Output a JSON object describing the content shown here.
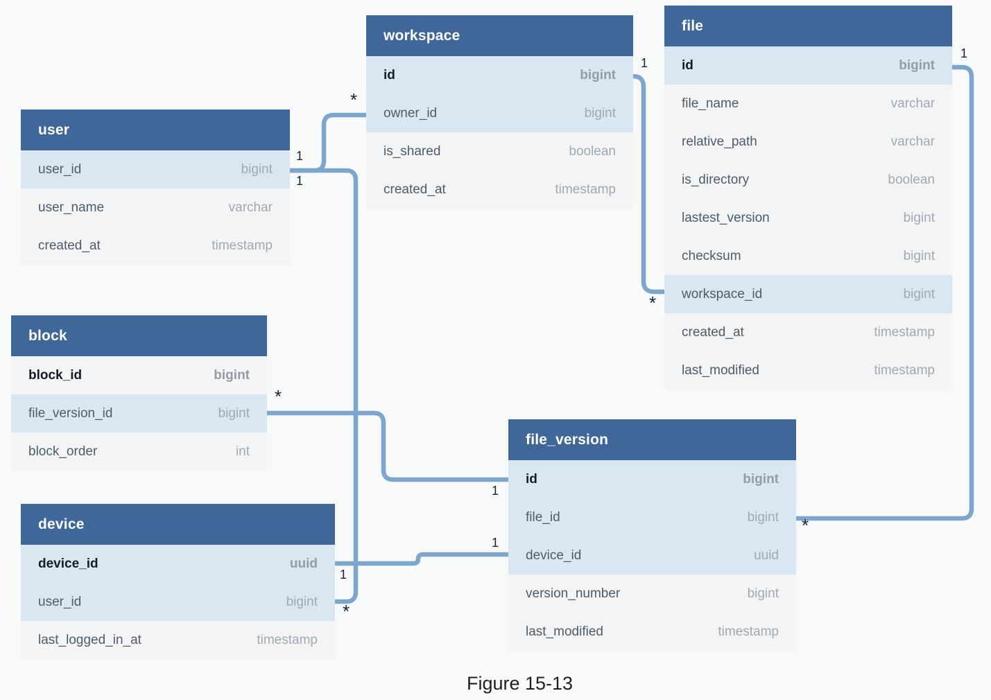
{
  "figure": {
    "caption": "Figure 15-13"
  },
  "colors": {
    "table_header": "#3f6799",
    "row_highlight": "#d9e7f3",
    "row_plain": "#f2f4f6",
    "connector": "#7da6cd",
    "background": "#f8f9f9"
  },
  "tables": {
    "user": {
      "title": "user",
      "fields": [
        {
          "name": "user_id",
          "type": "bigint"
        },
        {
          "name": "user_name",
          "type": "varchar"
        },
        {
          "name": "created_at",
          "type": "timestamp"
        }
      ]
    },
    "workspace": {
      "title": "workspace",
      "fields": [
        {
          "name": "id",
          "type": "bigint"
        },
        {
          "name": "owner_id",
          "type": "bigint"
        },
        {
          "name": "is_shared",
          "type": "boolean"
        },
        {
          "name": "created_at",
          "type": "timestamp"
        }
      ]
    },
    "file": {
      "title": "file",
      "fields": [
        {
          "name": "id",
          "type": "bigint"
        },
        {
          "name": "file_name",
          "type": "varchar"
        },
        {
          "name": "relative_path",
          "type": "varchar"
        },
        {
          "name": "is_directory",
          "type": "boolean"
        },
        {
          "name": "lastest_version",
          "type": "bigint"
        },
        {
          "name": "checksum",
          "type": "bigint"
        },
        {
          "name": "workspace_id",
          "type": "bigint"
        },
        {
          "name": "created_at",
          "type": "timestamp"
        },
        {
          "name": "last_modified",
          "type": "timestamp"
        }
      ]
    },
    "block": {
      "title": "block",
      "fields": [
        {
          "name": "block_id",
          "type": "bigint"
        },
        {
          "name": "file_version_id",
          "type": "bigint"
        },
        {
          "name": "block_order",
          "type": "int"
        }
      ]
    },
    "device": {
      "title": "device",
      "fields": [
        {
          "name": "device_id",
          "type": "uuid"
        },
        {
          "name": "user_id",
          "type": "bigint"
        },
        {
          "name": "last_logged_in_at",
          "type": "timestamp"
        }
      ]
    },
    "file_version": {
      "title": "file_version",
      "fields": [
        {
          "name": "id",
          "type": "bigint"
        },
        {
          "name": "file_id",
          "type": "bigint"
        },
        {
          "name": "device_id",
          "type": "uuid"
        },
        {
          "name": "version_number",
          "type": "bigint"
        },
        {
          "name": "last_modified",
          "type": "timestamp"
        }
      ]
    }
  },
  "connections": [
    {
      "from_table": "user",
      "from_field": "user_id",
      "to_table": "workspace",
      "to_field": "owner_id",
      "from_label": "1",
      "to_label": "*"
    },
    {
      "from_table": "user",
      "from_field": "user_id",
      "to_table": "device",
      "to_field": "user_id",
      "from_label": "1",
      "to_label": "*"
    },
    {
      "from_table": "workspace",
      "from_field": "id",
      "to_table": "file",
      "to_field": "workspace_id",
      "from_label": "1",
      "to_label": "*"
    },
    {
      "from_table": "file",
      "from_field": "id",
      "to_table": "file_version",
      "to_field": "file_id",
      "from_label": "1",
      "to_label": "*"
    },
    {
      "from_table": "block",
      "from_field": "file_version_id",
      "to_table": "file_version",
      "to_field": "id",
      "from_label": "*",
      "to_label": "1"
    },
    {
      "from_table": "device",
      "from_field": "device_id",
      "to_table": "file_version",
      "to_field": "device_id",
      "from_label": "1",
      "to_label": "1"
    }
  ]
}
